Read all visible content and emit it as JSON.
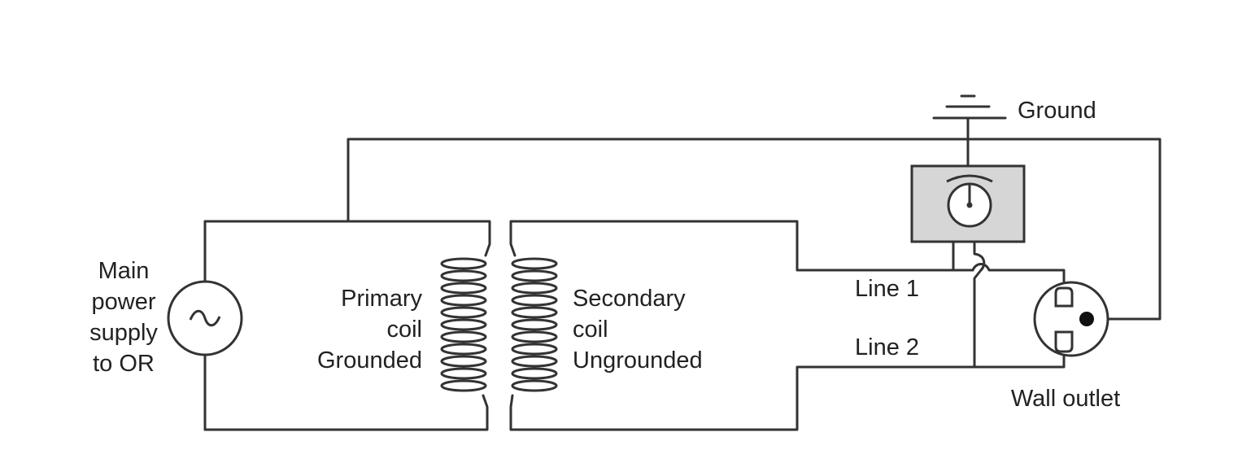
{
  "labels": {
    "power_supply": [
      "Main",
      "power",
      "supply",
      "to OR"
    ],
    "primary_coil": [
      "Primary",
      "coil",
      "Grounded"
    ],
    "secondary_coil": [
      "Secondary",
      "coil",
      "Ungrounded"
    ],
    "line1": "Line 1",
    "line2": "Line 2",
    "ground": "Ground",
    "wall_outlet": "Wall outlet",
    "ac_symbol": "~"
  },
  "colors": {
    "wire": "#333333",
    "monitor_fill": "#d6d6d6",
    "text": "#222222",
    "background": "#ffffff"
  },
  "icons": {
    "source": "ac-source-icon",
    "ground": "ground-symbol-icon",
    "monitor": "isolation-monitor-meter-icon",
    "outlet": "wall-outlet-icon",
    "transformer": "transformer-coil-icon"
  }
}
